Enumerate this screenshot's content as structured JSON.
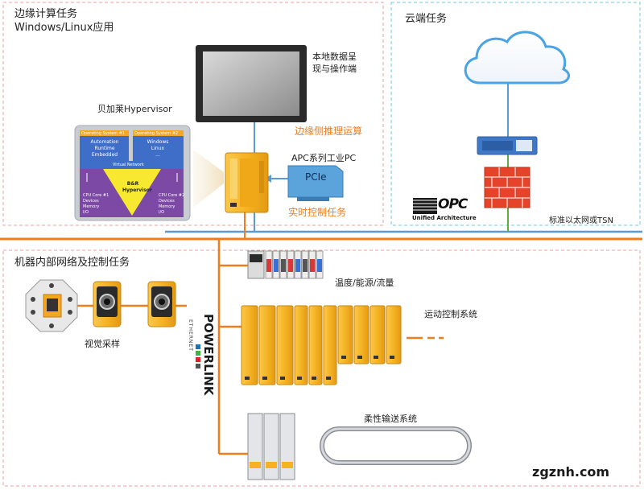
{
  "edge": {
    "title": "边缘计算任务",
    "subtitle": "Windows/Linux应用"
  },
  "cloud": {
    "title": "云端任务"
  },
  "machine": {
    "title": "机器内部网络及控制任务"
  },
  "local_display": {
    "line1": "本地数据呈",
    "line2": "现与操作端"
  },
  "hypervisor": {
    "title": "贝加莱Hypervisor",
    "os1_header": "Operating System #1",
    "os2_header": "Operating System #2",
    "os1_lines": [
      "Automation",
      "Runtime",
      "Embedded"
    ],
    "os2_lines": [
      "Windows",
      "Linux",
      "..."
    ],
    "virtual_network": "Virtual Network",
    "core_label_1": "B&R",
    "core_label_2": "Hypervisor",
    "cpu1": [
      "CPU Core #1",
      "Devices",
      "Memory",
      "I/O"
    ],
    "cpu2": [
      "CPU Core #2",
      "Devices",
      "Memory",
      "I/O"
    ]
  },
  "edge_inference": "边缘侧推理运算",
  "apc_label": "APC系列工业PC",
  "pcie": "PCIe",
  "realtime": "实时控制任务",
  "opc": {
    "logo": "OPC",
    "sub": "Unified Architecture"
  },
  "tsn": "标准以太网或TSN",
  "vision": "视觉采样",
  "io": "温度/能源/流量",
  "motion": "运动控制系统",
  "conveyor": "柔性输送系统",
  "powerlink": {
    "small": "ETHERNET",
    "big": "POWERLINK"
  },
  "watermark": "zgznh.com",
  "colors": {
    "orange": "#f07d1b",
    "blue": "#5b9bd5",
    "pink_border": "#e8a0a0",
    "cyan_border": "#6fc8e0",
    "green": "#5cae3e",
    "gold": "#f5b324"
  }
}
